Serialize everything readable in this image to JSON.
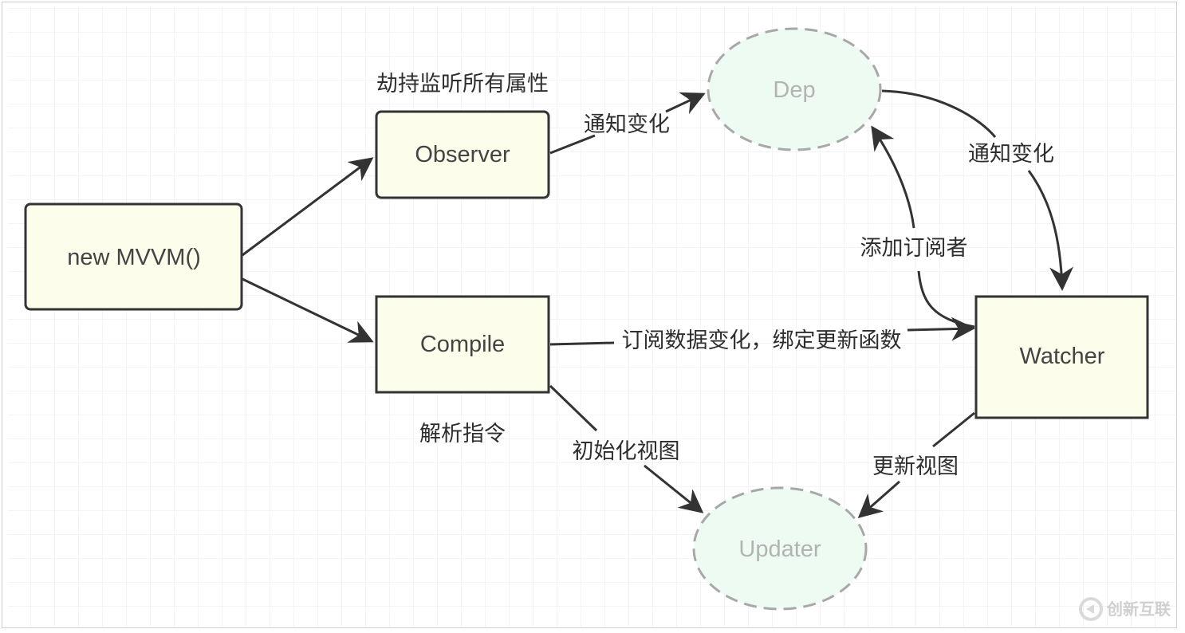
{
  "colors": {
    "box_fill": "#fdfdeb",
    "box_stroke": "#333333",
    "ellipse_fill": "#eefbf2",
    "ellipse_stroke": "#a8a8a8",
    "arrow": "#333333",
    "grid": "#e8e8e8"
  },
  "nodes": {
    "mvvm": "new MVVM()",
    "observer": "Observer",
    "compile": "Compile",
    "dep": "Dep",
    "watcher": "Watcher",
    "updater": "Updater"
  },
  "labels": {
    "observer_caption": "劫持监听所有属性",
    "compile_caption": "解析指令",
    "observer_to_dep": "通知变化",
    "dep_to_watcher": "通知变化",
    "watcher_to_dep": "添加订阅者",
    "compile_to_watcher": "订阅数据变化，绑定更新函数",
    "compile_to_updater": "初始化视图",
    "watcher_to_updater": "更新视图"
  },
  "watermark": {
    "text": "创新互联"
  }
}
